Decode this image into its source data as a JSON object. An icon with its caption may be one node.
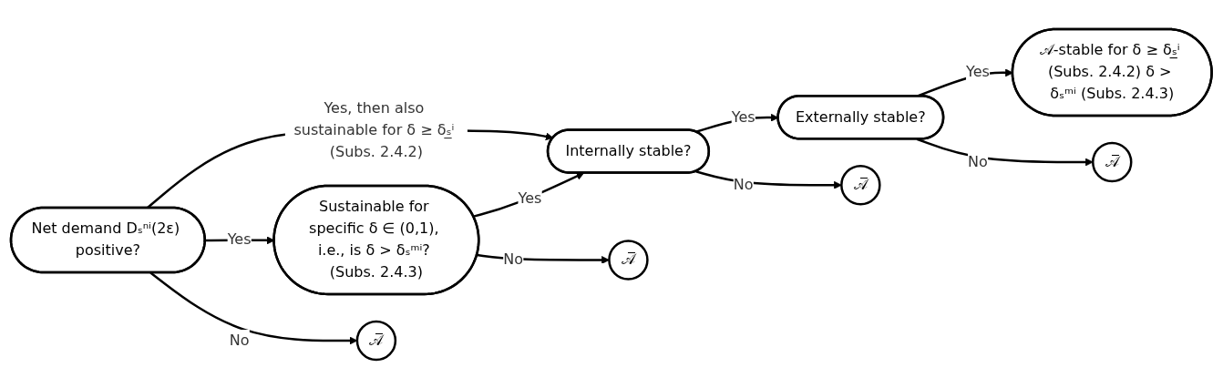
{
  "diagram": {
    "nodes": [
      {
        "text": [
          "Net demand Dₛⁿⁱ(2ε) positive?"
        ]
      },
      {
        "text": [
          "𝒜̅"
        ]
      },
      {
        "text": [
          "Sustainable for specific δ ∈ (0,1), i.e., is δ > δₛᵐⁱ? (Subs. 2.4.3)"
        ]
      },
      {
        "text": [
          "𝒜̅"
        ]
      },
      {
        "text": [
          "Internally stable?"
        ]
      },
      {
        "text": [
          "𝒜̅"
        ]
      },
      {
        "text": [
          "Externally stable?"
        ]
      },
      {
        "text": [
          "𝒜̅"
        ]
      },
      {
        "text": [
          "𝒜-stable for δ ≥ δₛ̲ⁱ (Subs. 2.4.2) δ > δₛᵐⁱ (Subs. 2.4.3)"
        ]
      }
    ],
    "edges": [
      {
        "from": 0,
        "to": 4,
        "arrow": "to",
        "label": "Yes, then also sustainable for δ ≥ δₛ̲ⁱ (Subs. 2.4.2)"
      },
      {
        "from": 0,
        "to": 2,
        "arrow": "to",
        "label": "Yes"
      },
      {
        "from": 0,
        "to": 1,
        "arrow": "to",
        "label": "No"
      },
      {
        "from": 2,
        "to": 4,
        "arrow": "to",
        "label": "Yes"
      },
      {
        "from": 2,
        "to": 3,
        "arrow": "to",
        "label": "No"
      },
      {
        "from": 4,
        "to": 6,
        "arrow": "to",
        "label": "Yes"
      },
      {
        "from": 4,
        "to": 5,
        "arrow": "to",
        "label": "No"
      },
      {
        "from": 6,
        "to": 8,
        "arrow": "to",
        "label": "Yes"
      },
      {
        "from": 6,
        "to": 7,
        "arrow": "to",
        "label": "No"
      }
    ]
  }
}
